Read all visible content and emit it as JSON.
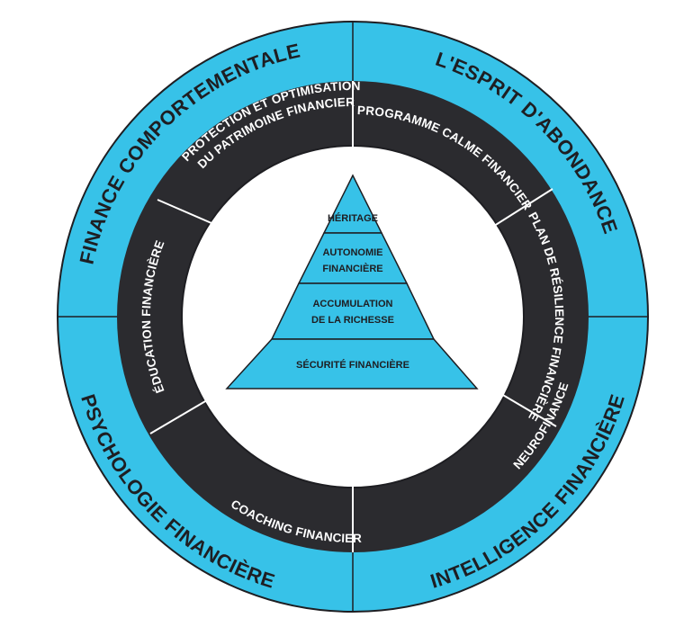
{
  "colors": {
    "accent": "#37c2e8",
    "dark": "#2b2b2f",
    "stroke": "#1e1e22",
    "background": "#ffffff"
  },
  "outer_ring": {
    "top_left": "FINANCE COMPORTEMENTALE",
    "top_right": "L'ESPRIT D'ABONDANCE",
    "bottom_left": "PSYCHOLOGIE FINANCIÈRE",
    "bottom_right": "INTELLIGENCE FINANCIÈRE"
  },
  "middle_ring": {
    "protection_line1": "PROTECTION ET OPTIMISATION",
    "protection_line2": "DU PATRIMOINE FINANCIER",
    "programme": "PROGRAMME CALME FINANCIER",
    "plan": "PLAN DE RÉSILIENCE FINANCIÈRE",
    "neurofinance": "NEUROFINANCE",
    "coaching": "COACHING FINANCIER",
    "education": "ÉDUCATION FINANCIÈRE"
  },
  "pyramid": {
    "level1": "HÉRITAGE",
    "level2_line1": "AUTONOMIE",
    "level2_line2": "FINANCIÈRE",
    "level3_line1": "ACCUMULATION",
    "level3_line2": "DE LA RICHESSE",
    "level4": "SÉCURITÉ FINANCIÈRE"
  }
}
